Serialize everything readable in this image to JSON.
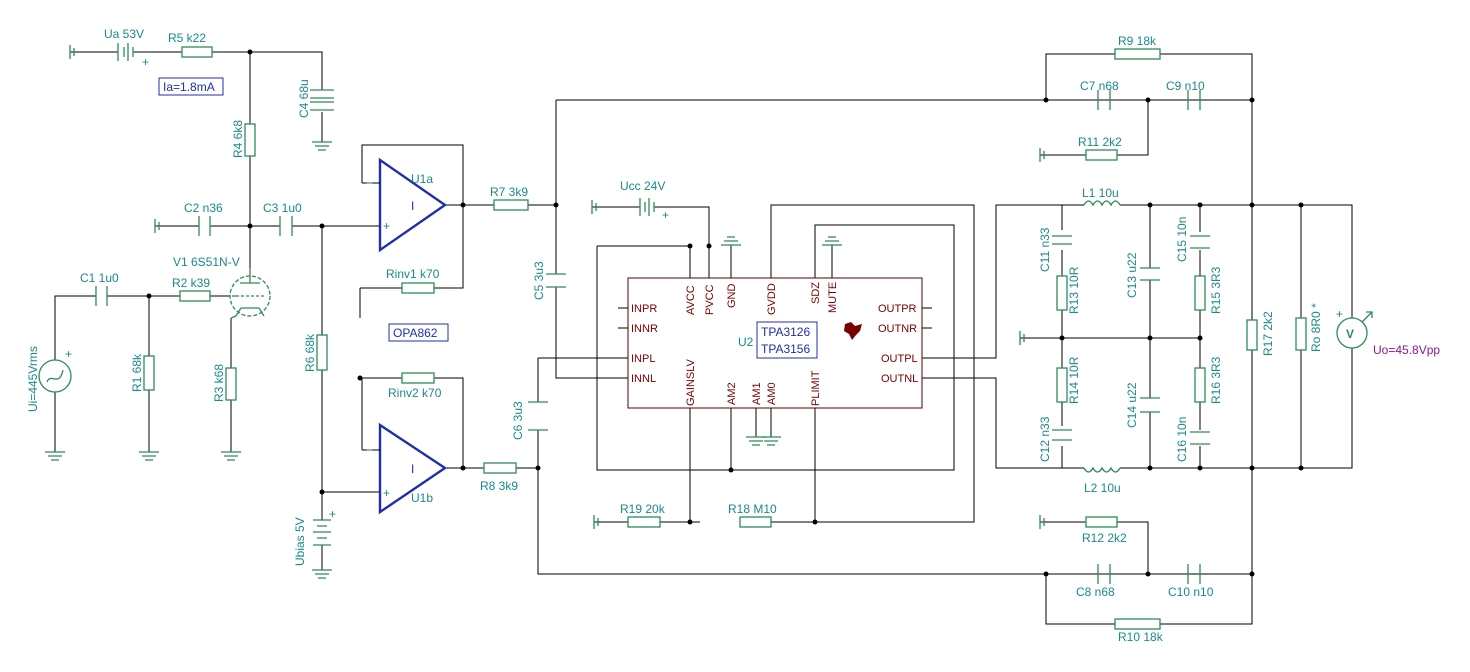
{
  "components": {
    "ua": "Ua 53V",
    "r5": "R5 k22",
    "c4": "C4 68u",
    "r4": "R4 6k8",
    "c2": "C2 n36",
    "c3": "C3 1u0",
    "v1": "V1 6S51N-V",
    "c1": "C1 1u0",
    "r2": "R2 k39",
    "r1": "R1 68k",
    "r3": "R3 k68",
    "ui": "Ui=445Vrms",
    "u1a": "U1a",
    "u1b": "U1b",
    "r7": "R7 3k9",
    "r8": "R8 3k9",
    "rinv1": "Rinv1 k70",
    "rinv2": "Rinv2 k70",
    "r6": "R6 68k",
    "ubias": "Ubias 5V",
    "c5": "C5 3u3",
    "c6": "C6 3u3",
    "ucc": "Ucc 24V",
    "u2": "U2",
    "r19": "R19 20k",
    "r18": "R18 M10",
    "r9": "R9 18k",
    "c7": "C7 n68",
    "c9": "C9 n10",
    "r11": "R11 2k2",
    "l1": "L1 10u",
    "l2": "L2 10u",
    "c11": "C11 n33",
    "r13": "R13 10R",
    "c13": "C13 u22",
    "c15": "C15 10n",
    "r15": "R15 3R3",
    "c12": "C12 n33",
    "r14": "R14 10R",
    "c14": "C14 u22",
    "c16": "C16 10n",
    "r16": "R16 3R3",
    "r17": "R17 2k2",
    "ro": "Ro 8R0 *",
    "uo": "Uo=45.8Vpp",
    "r12": "R12 2k2",
    "c8": "C8 n68",
    "c10": "C10 n10",
    "r10": "R10 18k"
  },
  "annotations": {
    "ia": "Ia=1.8mA",
    "opamp": "OPA862"
  },
  "chip": {
    "part1": "TPA3126",
    "part2": "TPA3156",
    "pins": {
      "inpr": "INPR",
      "innr": "INNR",
      "inpl": "INPL",
      "innl": "INNL",
      "avcc": "AVCC",
      "pvcc": "PVCC",
      "gnd": "GND",
      "gvdd": "GVDD",
      "sdz": "SDZ",
      "mute": "MUTE",
      "gainslv": "GAINSLV",
      "am2": "AM2",
      "am1": "AM1",
      "am0": "AM0",
      "plimit": "PLIMIT",
      "outpr": "OUTPR",
      "outnr": "OUTNR",
      "outpl": "OUTPL",
      "outnl": "OUTNL"
    }
  },
  "symbols": {
    "plus": "+",
    "minus": "−",
    "meter": "V",
    "opamp_i": "I"
  }
}
